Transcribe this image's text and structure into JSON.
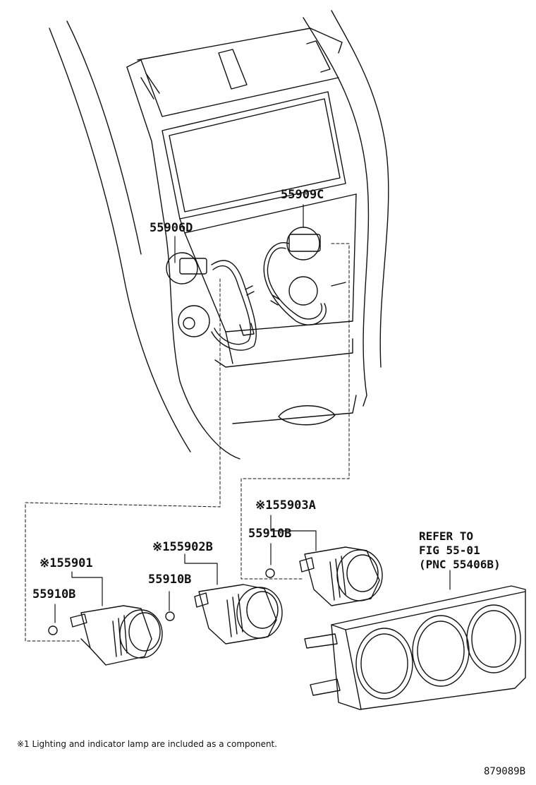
{
  "parts": {
    "p55909C": "55909C",
    "p55906D": "55906D",
    "p55903A": "※155903A",
    "p55910B_a": "55910B",
    "p55902B": "※155902B",
    "p55910B_b": "55910B",
    "p55901": "※155901",
    "p55910B_c": "55910B"
  },
  "reference": {
    "line1": "REFER TO",
    "line2": "FIG 55-01",
    "line3": "(PNC 55406B)"
  },
  "footnote": "※1 Lighting and indicator lamp are included as a component.",
  "figure_id": "879089B"
}
